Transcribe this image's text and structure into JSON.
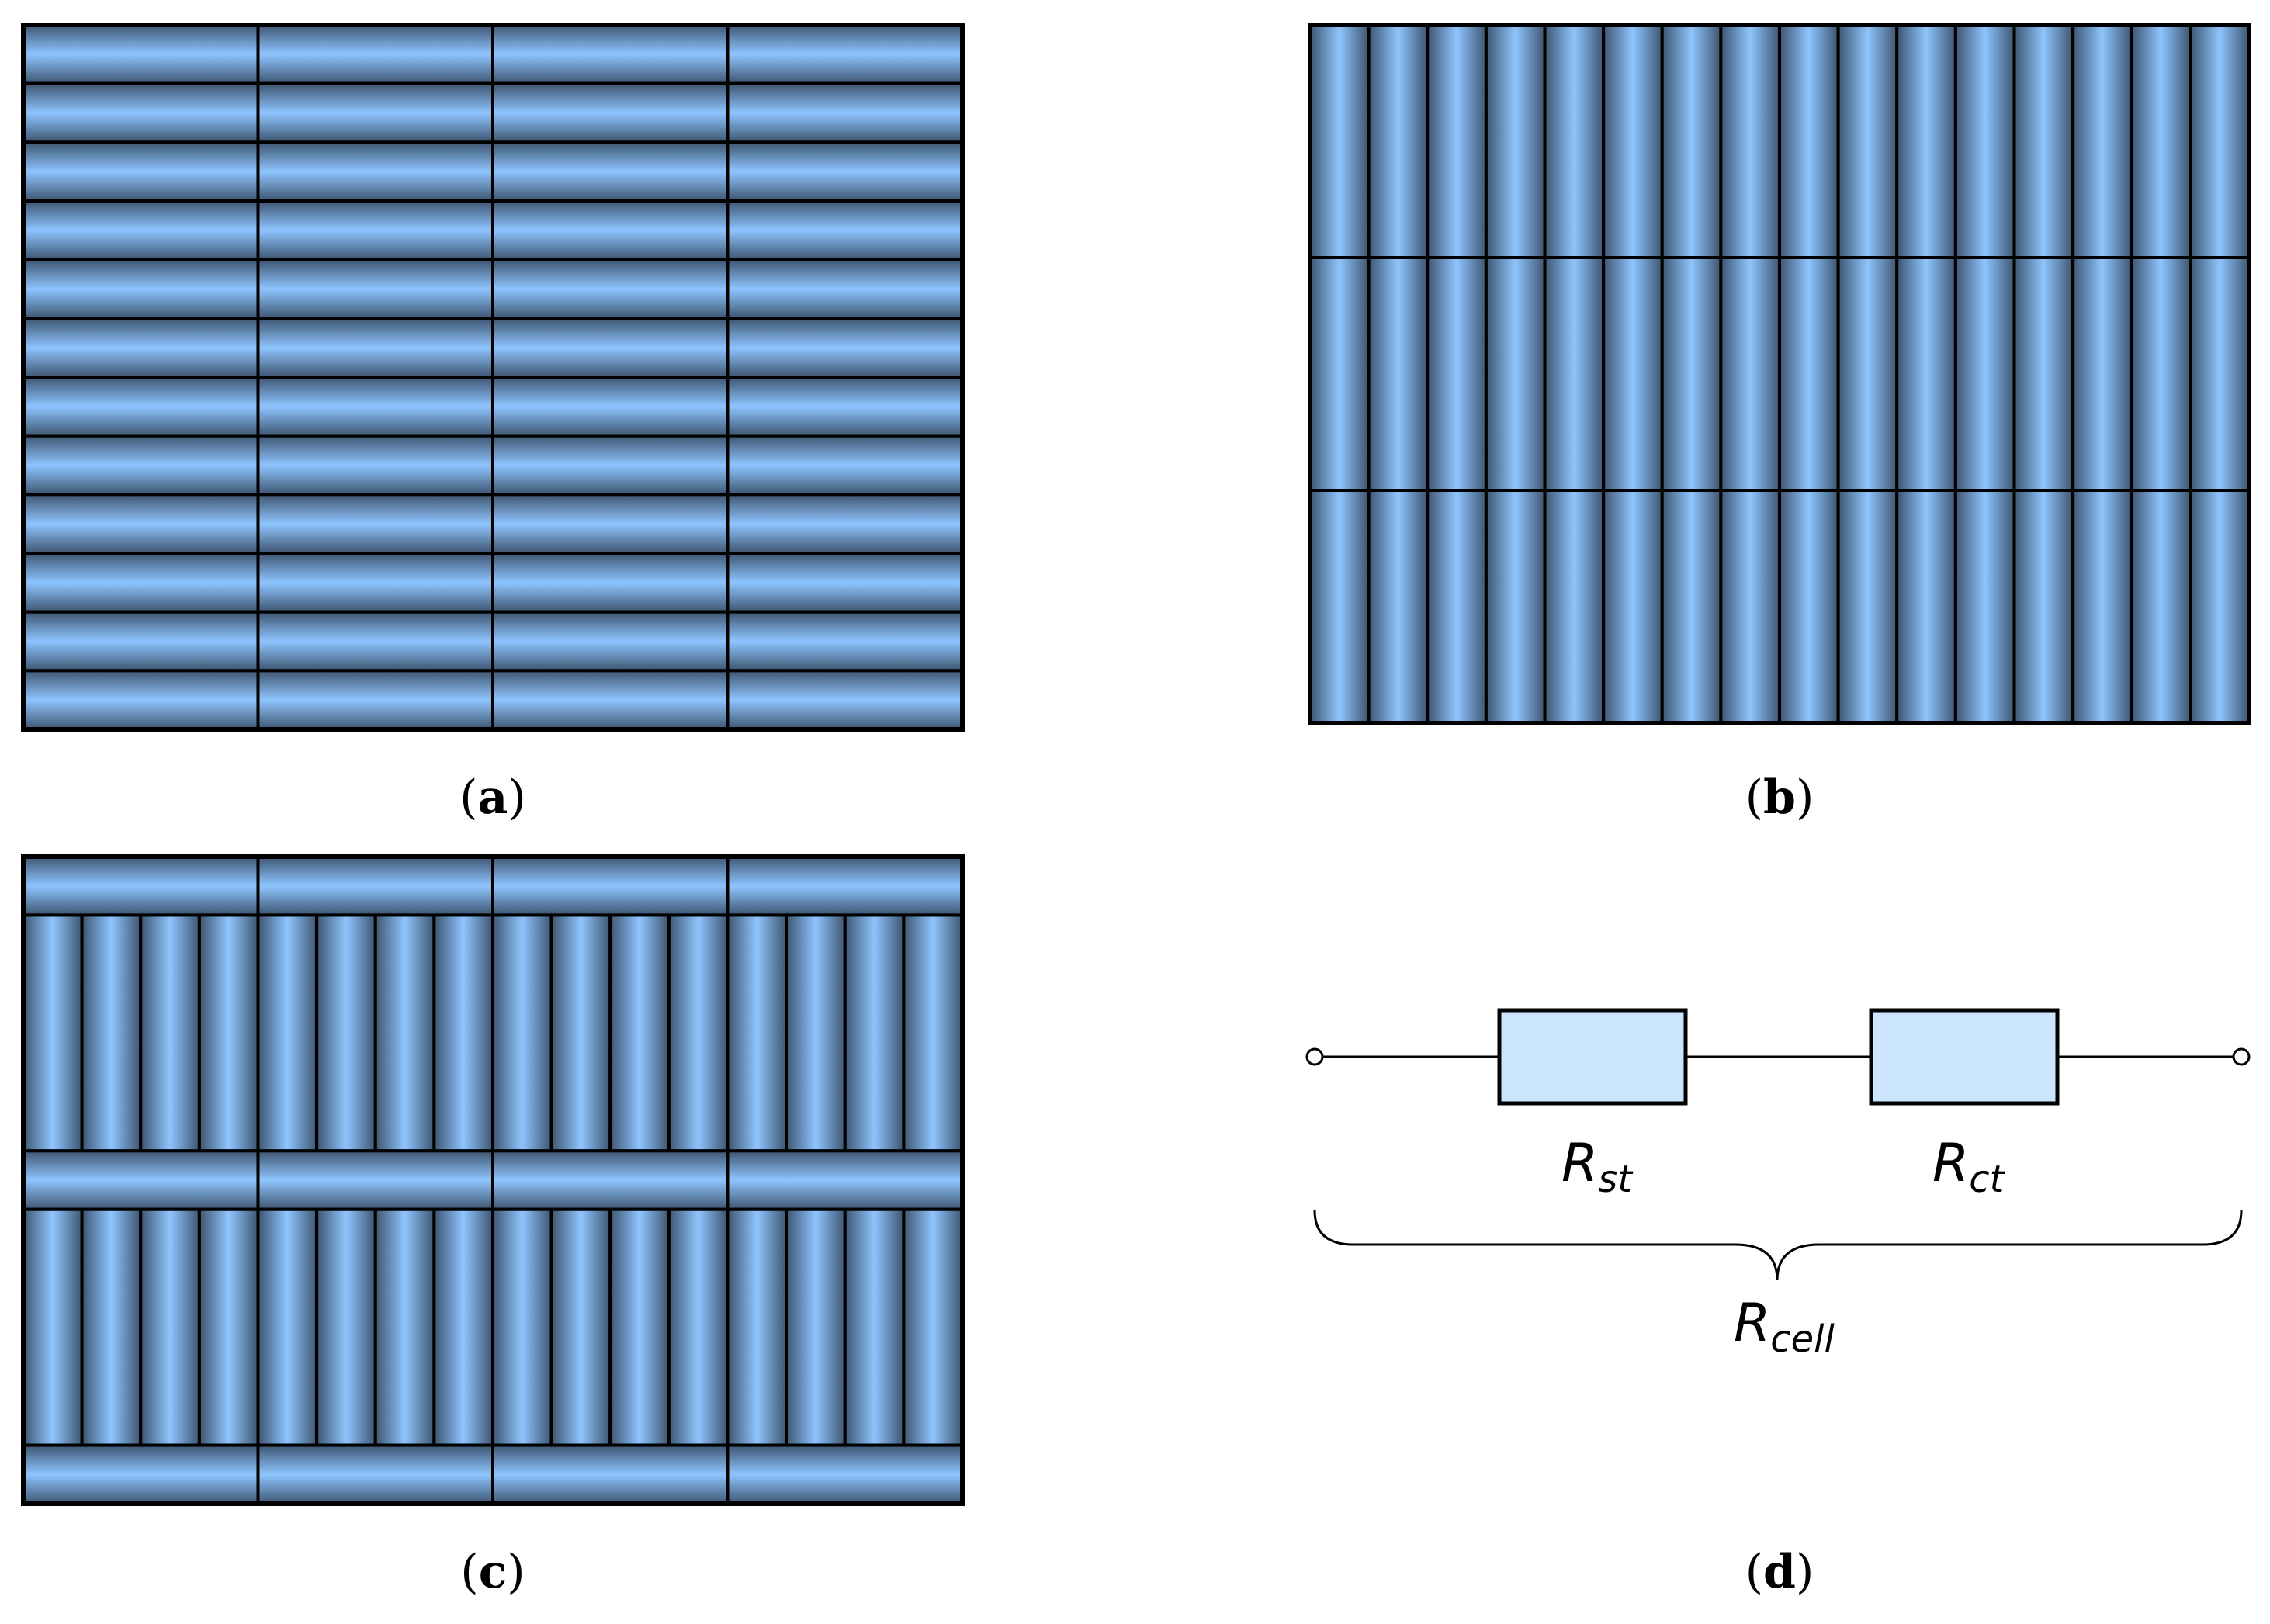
{
  "colors": {
    "cell_light": "#8ec5ff",
    "cell_dark": "#3e5570",
    "cell_border": "#000000",
    "resistor_fill": "#cce5ff"
  },
  "panels": {
    "a": {
      "label_open": "(",
      "label_letter": "a",
      "label_close": ")",
      "bands": [
        {
          "orientation": "horizontal",
          "columns": 4,
          "rows": 12
        }
      ]
    },
    "b": {
      "label_open": "(",
      "label_letter": "b",
      "label_close": ")",
      "bands": [
        {
          "orientation": "vertical",
          "columns": 16,
          "rows": 3
        }
      ]
    },
    "c": {
      "label_open": "(",
      "label_letter": "c",
      "label_close": ")",
      "bands": [
        {
          "orientation": "horizontal",
          "columns": 4,
          "rows": 1
        },
        {
          "orientation": "vertical",
          "columns": 16,
          "rows": 1
        },
        {
          "orientation": "horizontal",
          "columns": 4,
          "rows": 1
        },
        {
          "orientation": "vertical",
          "columns": 16,
          "rows": 1
        },
        {
          "orientation": "horizontal",
          "columns": 4,
          "rows": 1
        }
      ]
    },
    "d": {
      "label_open": "(",
      "label_letter": "d",
      "label_close": ")",
      "resistors": [
        {
          "symbol": "R",
          "subscript": "st"
        },
        {
          "symbol": "R",
          "subscript": "ct"
        }
      ],
      "total": {
        "symbol": "R",
        "subscript": "cell"
      }
    }
  }
}
